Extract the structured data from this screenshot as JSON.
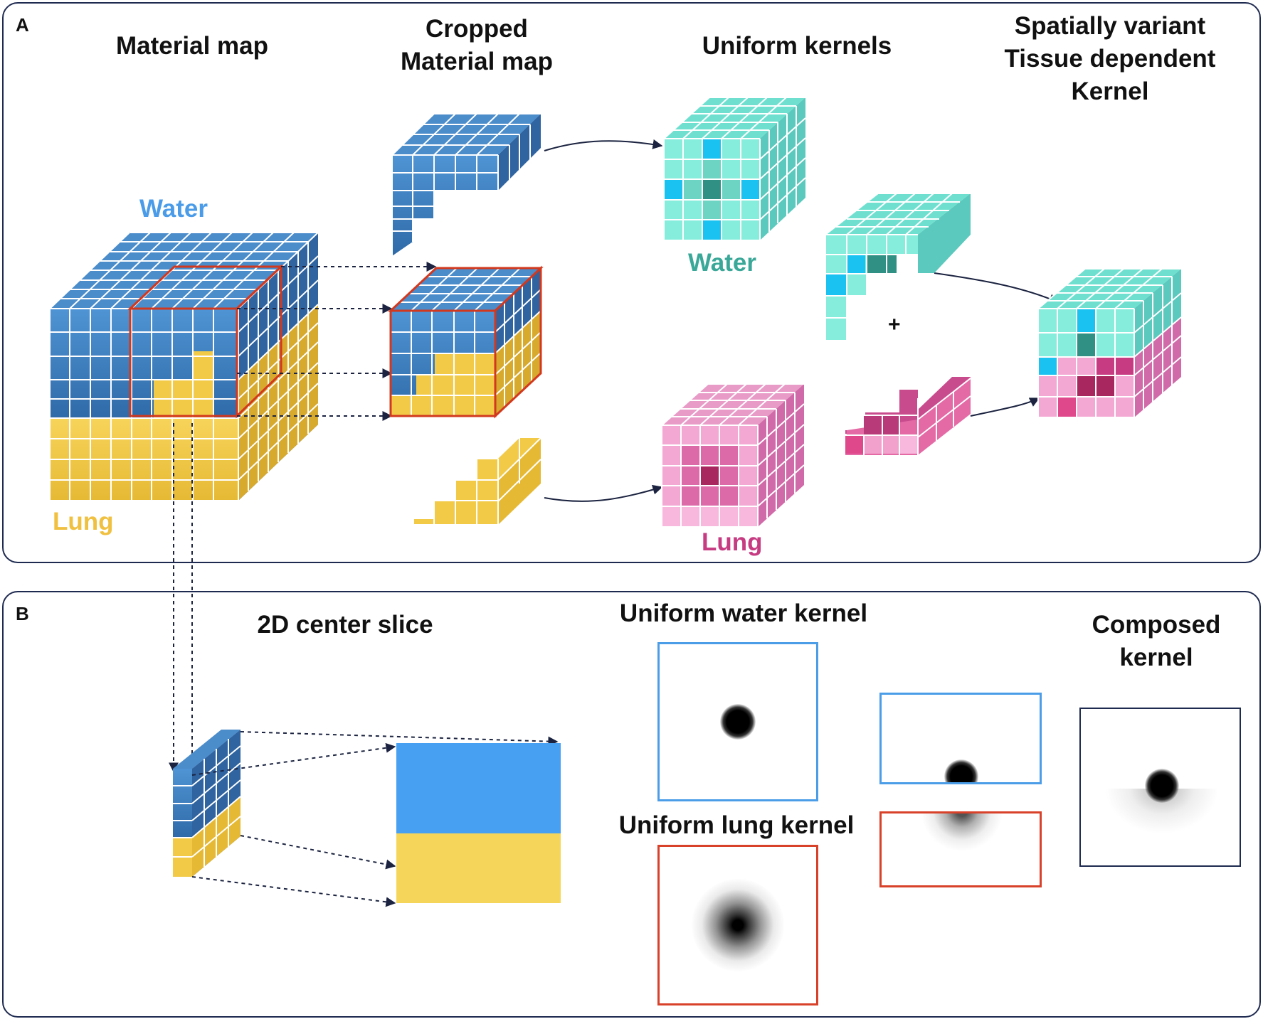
{
  "panel_a": {
    "label": "A",
    "titles": {
      "material_map": "Material map",
      "cropped": "Cropped\nMaterial map",
      "uniform_kernels": "Uniform kernels",
      "spatially_variant": "Spatially variant\nTissue dependent\nKernel"
    },
    "material_map_labels": {
      "water": "Water",
      "lung": "Lung"
    },
    "kernel_labels": {
      "water": "Water",
      "lung": "Lung"
    },
    "plus": "+"
  },
  "panel_b": {
    "label": "B",
    "titles": {
      "center_slice": "2D center slice",
      "uniform_water": "Uniform water kernel",
      "uniform_lung": "Uniform lung kernel",
      "composed": "Composed\nkernel"
    }
  },
  "colors": {
    "water_blue": "#3f7fbd",
    "lung_yellow": "#f0c845",
    "water_label": "#4a9be8",
    "lung_label": "#f0c040",
    "kernel_water_label": "#3aa898",
    "kernel_lung_label": "#c63b82",
    "crop_outline": "#d2381e",
    "slice_blue": "#47a0f2",
    "slice_yellow": "#f6d65a",
    "water_frame": "#4b9de8",
    "lung_frame": "#d8412a",
    "composed_frame": "#1e2a50"
  }
}
